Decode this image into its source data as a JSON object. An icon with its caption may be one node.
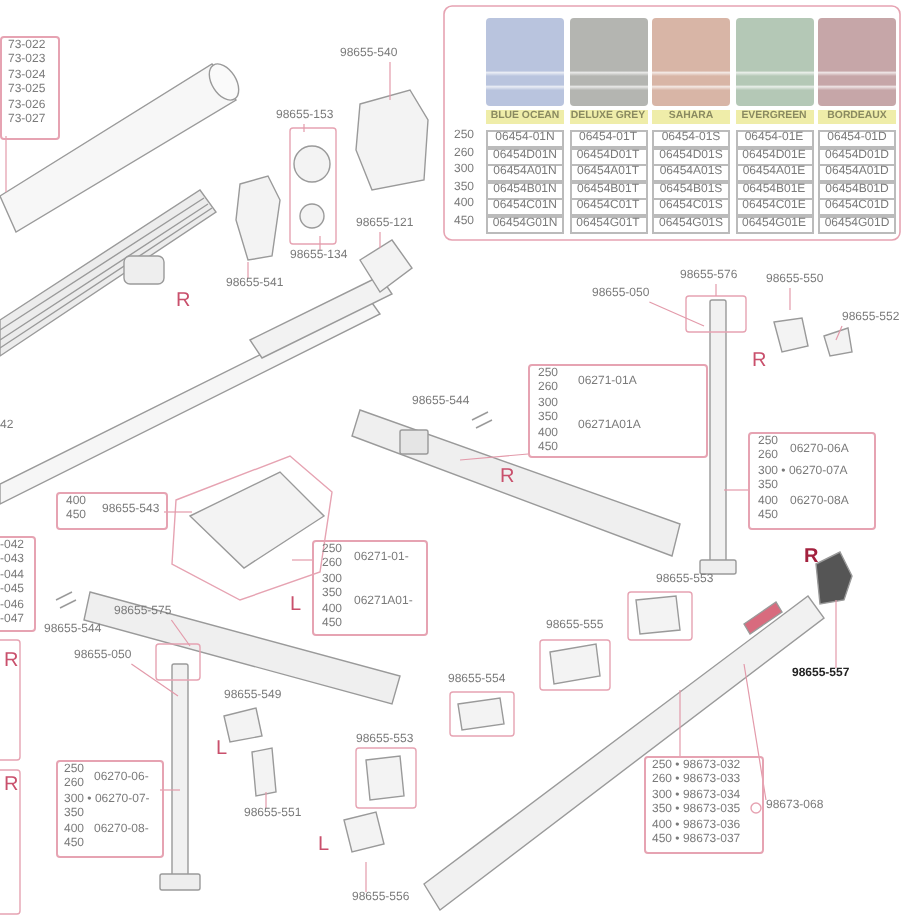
{
  "diagram": {
    "nodes": [
      {
        "text": [
          "73-022",
          "73-023",
          "73-024",
          "73-025",
          "73-026",
          "73-027"
        ]
      },
      {
        "text": [
          "98655-540"
        ]
      },
      {
        "text": [
          "98655-153"
        ]
      },
      {
        "text": [
          "98655-134"
        ]
      },
      {
        "text": [
          "98655-541"
        ]
      },
      {
        "text": [
          "98655-121"
        ]
      },
      {
        "text": [
          "250",
          "260",
          "06271-01A",
          "300",
          "350",
          "400",
          "450",
          "06271A01A"
        ]
      },
      {
        "text": [
          "98655-576"
        ]
      },
      {
        "text": [
          "98655-050"
        ]
      },
      {
        "text": [
          "98655-550"
        ]
      },
      {
        "text": [
          "98655-552"
        ]
      },
      {
        "text": [
          "98655-544"
        ]
      },
      {
        "text": [
          "250",
          "260",
          "06270-06A",
          "300 • 06270-07A",
          "350",
          "400",
          "450",
          "06270-08A"
        ]
      },
      {
        "text": [
          "400",
          "450",
          "98655-543"
        ]
      },
      {
        "text": [
          "-042",
          "-043",
          "-044",
          "-045",
          "-046",
          "-047"
        ]
      },
      {
        "text": [
          "250",
          "260",
          "06271-01-",
          "300",
          "350",
          "400",
          "450",
          "06271A01-"
        ]
      },
      {
        "text": [
          "98655-544"
        ]
      },
      {
        "text": [
          "98655-575"
        ]
      },
      {
        "text": [
          "98655-050"
        ]
      },
      {
        "text": [
          "98655-557"
        ]
      },
      {
        "text": [
          "98655-553"
        ]
      },
      {
        "text": [
          "98655-555"
        ]
      },
      {
        "text": [
          "98655-554"
        ]
      },
      {
        "text": [
          "98655-549"
        ]
      },
      {
        "text": [
          "250",
          "260",
          "06270-06-",
          "300 • 06270-07-",
          "350",
          "400",
          "450",
          "06270-08-"
        ]
      },
      {
        "text": [
          "98655-551"
        ]
      },
      {
        "text": [
          "98655-553"
        ]
      },
      {
        "text": [
          "250 • 98673-032",
          "260 • 98673-033",
          "300 • 98673-034",
          "350 • 98673-035",
          "400 • 98673-036",
          "450 • 98673-037"
        ]
      },
      {
        "text": [
          "98673-068"
        ]
      },
      {
        "text": [
          "98655-556"
        ]
      }
    ],
    "edges": [
      {
        "from": 0,
        "to": null,
        "arrow": "none"
      },
      {
        "from": 1,
        "to": null,
        "arrow": "none"
      },
      {
        "from": 2,
        "to": null,
        "arrow": "none"
      },
      {
        "from": 3,
        "to": null,
        "arrow": "none"
      },
      {
        "from": 4,
        "to": null,
        "arrow": "none"
      },
      {
        "from": 5,
        "to": null,
        "arrow": "none"
      },
      {
        "from": 6,
        "to": null,
        "arrow": "none"
      },
      {
        "from": 7,
        "to": null,
        "arrow": "none"
      },
      {
        "from": 8,
        "to": null,
        "arrow": "none"
      },
      {
        "from": 9,
        "to": null,
        "arrow": "none"
      },
      {
        "from": 10,
        "to": null,
        "arrow": "none"
      },
      {
        "from": 12,
        "to": null,
        "arrow": "none"
      },
      {
        "from": 13,
        "to": null,
        "arrow": "none"
      },
      {
        "from": 15,
        "to": null,
        "arrow": "none"
      },
      {
        "from": 17,
        "to": null,
        "arrow": "none"
      },
      {
        "from": 18,
        "to": null,
        "arrow": "none"
      },
      {
        "from": 19,
        "to": null,
        "arrow": "none"
      },
      {
        "from": 24,
        "to": null,
        "arrow": "none"
      },
      {
        "from": 25,
        "to": null,
        "arrow": "none"
      },
      {
        "from": 27,
        "to": null,
        "arrow": "none"
      },
      {
        "from": 28,
        "to": null,
        "arrow": "none"
      },
      {
        "from": 29,
        "to": null,
        "arrow": "none"
      }
    ],
    "labels": [
      "250",
      "06454-01N",
      "06454-01T",
      "06454-01S",
      "06454-01E",
      "06454-01D",
      "260",
      "06454D01N",
      "06454D01T",
      "06454D01S",
      "06454D01E",
      "06454D01D",
      "300",
      "06454A01N",
      "06454A01T",
      "06454A01S",
      "06454A01E",
      "06454A01D",
      "350",
      "06454B01N",
      "06454B01T",
      "06454B01S",
      "06454B01E",
      "06454B01D",
      "400",
      "06454C01N",
      "06454C01T",
      "06454C01S",
      "06454C01E",
      "06454C01D",
      "450",
      "06454G01N",
      "06454G01T",
      "06454G01S",
      "06454G01E",
      "06454G01D",
      "R",
      "42",
      "R",
      "R",
      "L",
      "R",
      "R",
      "L",
      "R",
      "L"
    ],
    "legend": [
      {
        "text": "BLUE OCEAN",
        "color": "#b9c4de"
      },
      {
        "text": "DELUXE GREY",
        "color": "#b4b5b1"
      },
      {
        "text": "SAHARA",
        "color": "#d8b5a6"
      },
      {
        "text": "EVERGREEN",
        "color": "#b4c8b6"
      },
      {
        "text": "BORDEAUX",
        "color": "#c6a6a8"
      }
    ]
  }
}
